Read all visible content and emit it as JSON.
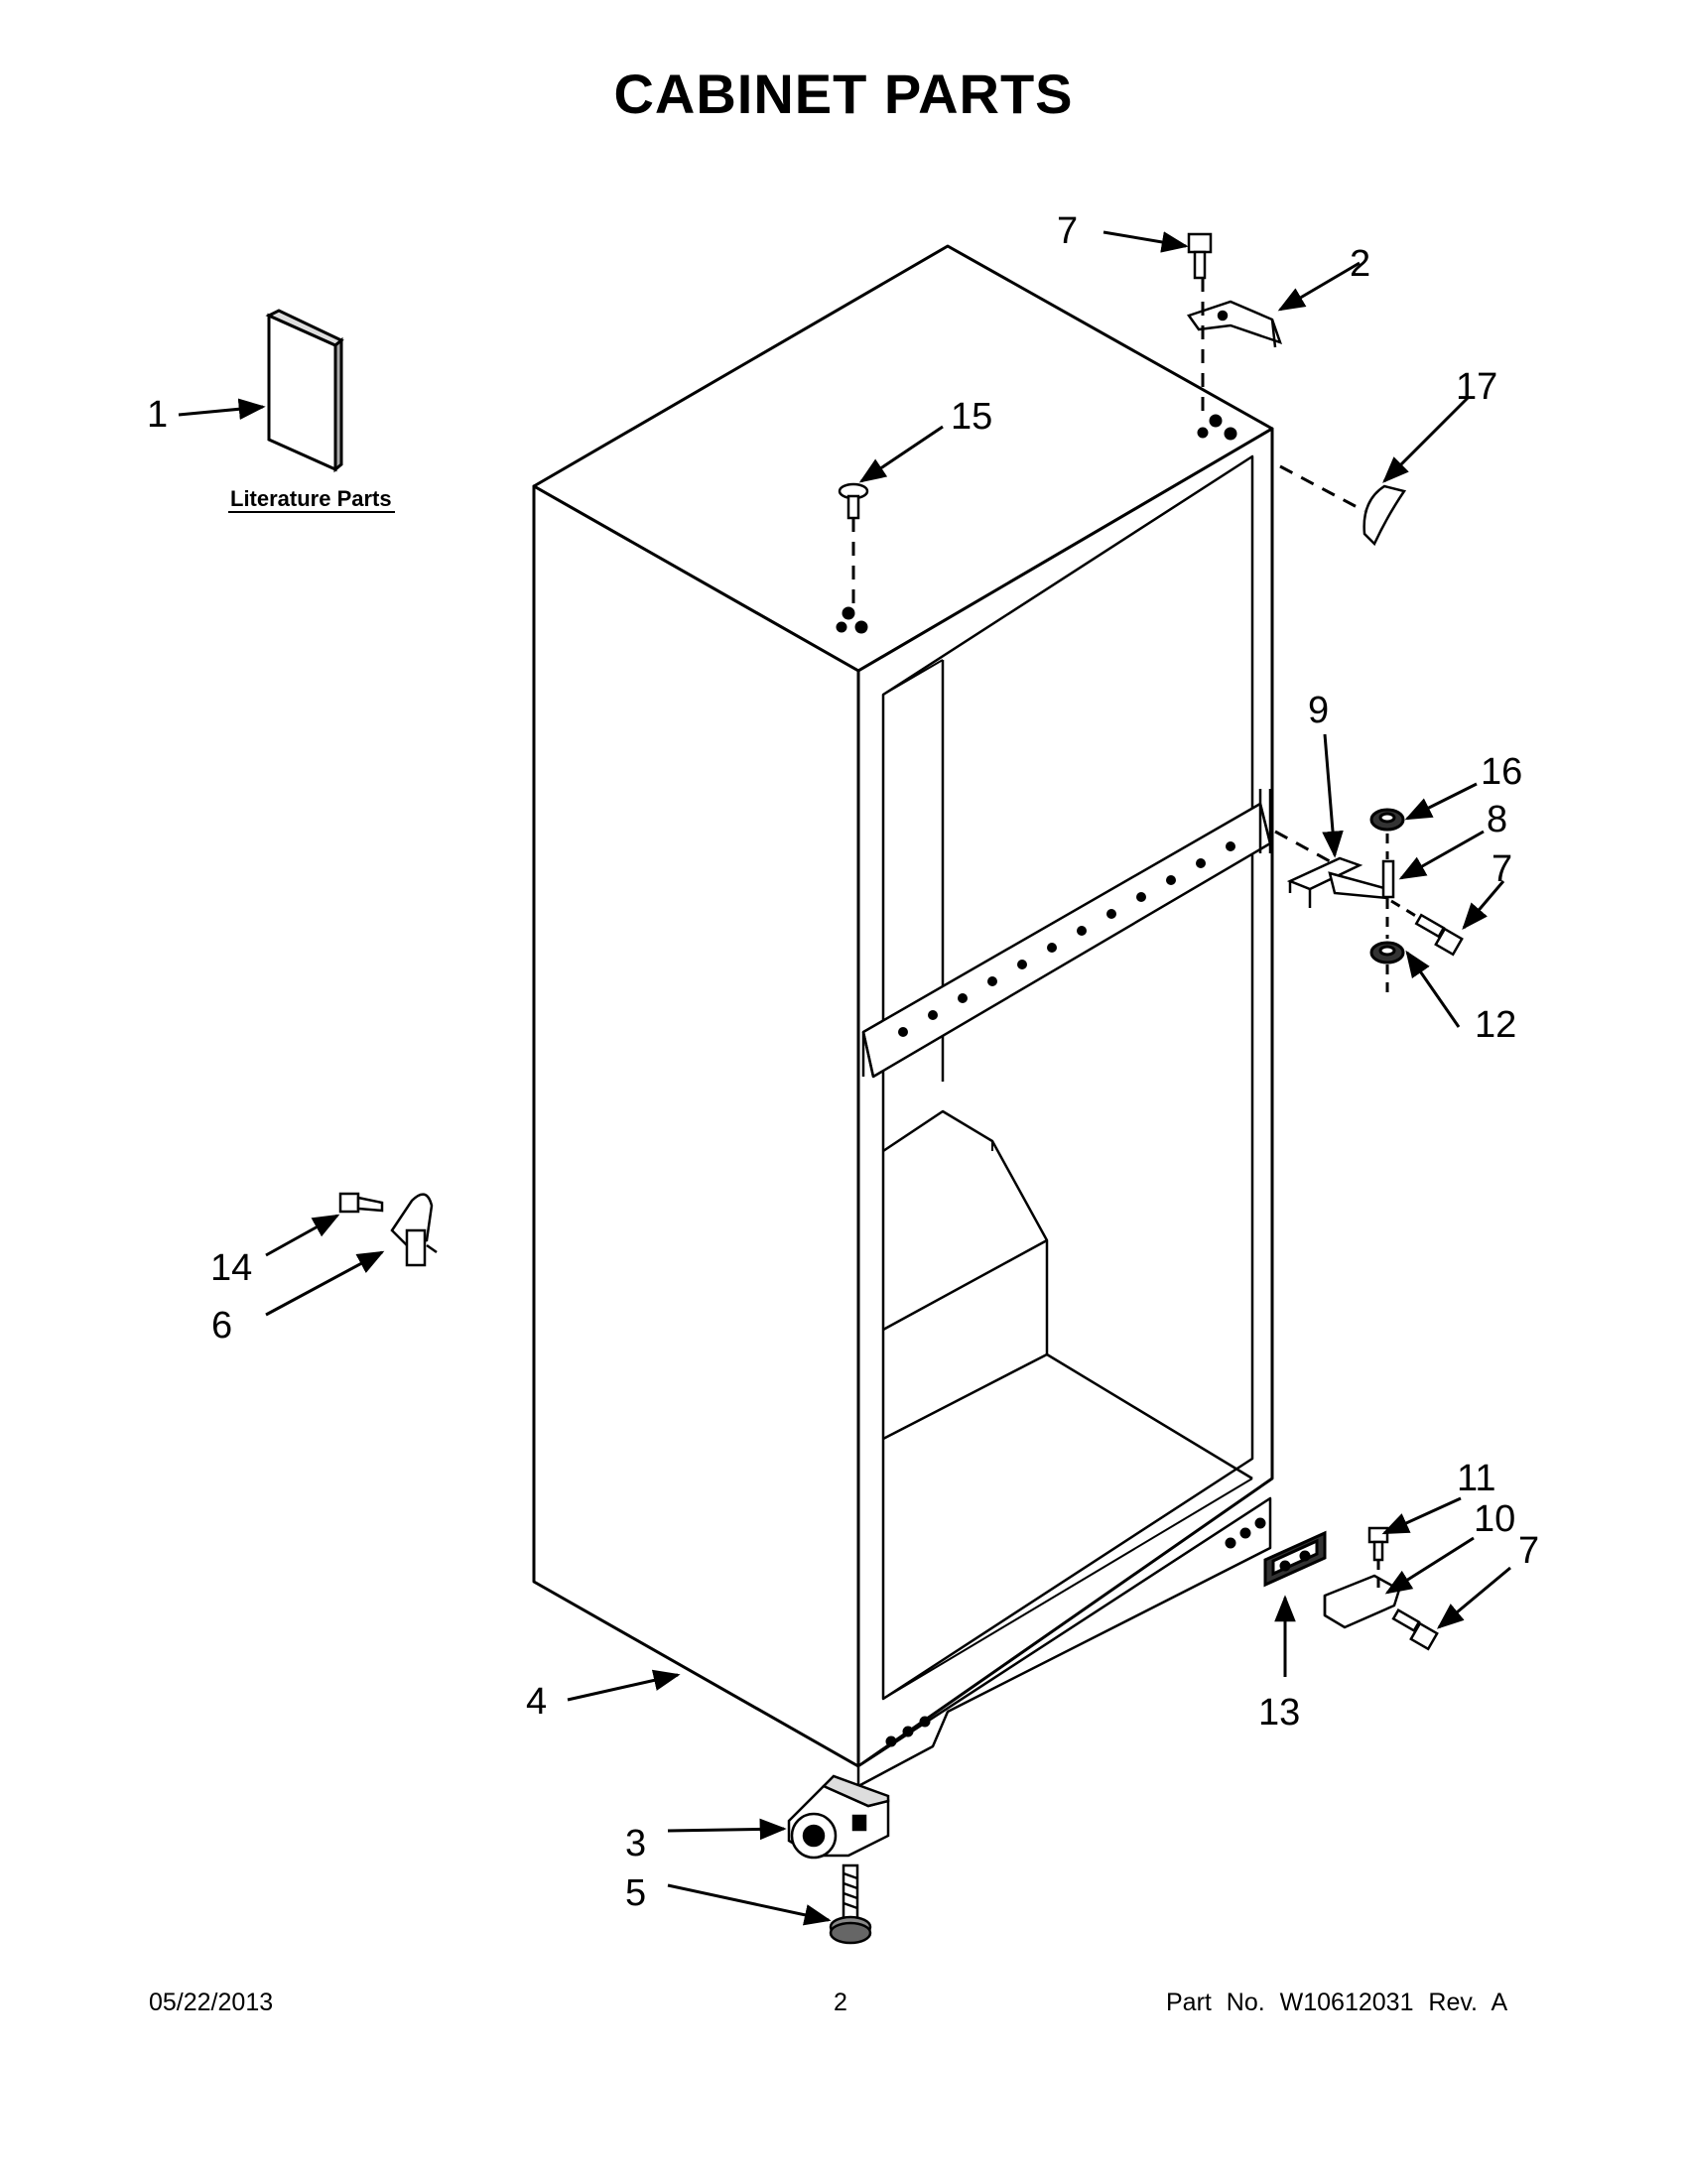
{
  "title": "CABINET PARTS",
  "literature_label": "Literature Parts",
  "callouts": {
    "c1": "1",
    "c2": "2",
    "c3": "3",
    "c4": "4",
    "c5": "5",
    "c6": "6",
    "c7a": "7",
    "c7b": "7",
    "c7c": "7",
    "c8": "8",
    "c9": "9",
    "c10": "10",
    "c11": "11",
    "c12": "12",
    "c13": "13",
    "c14": "14",
    "c15": "15",
    "c16": "16",
    "c17": "17"
  },
  "footer": {
    "date": "05/22/2013",
    "page": "2",
    "part": "Part No.  W10612031  Rev.  A"
  }
}
